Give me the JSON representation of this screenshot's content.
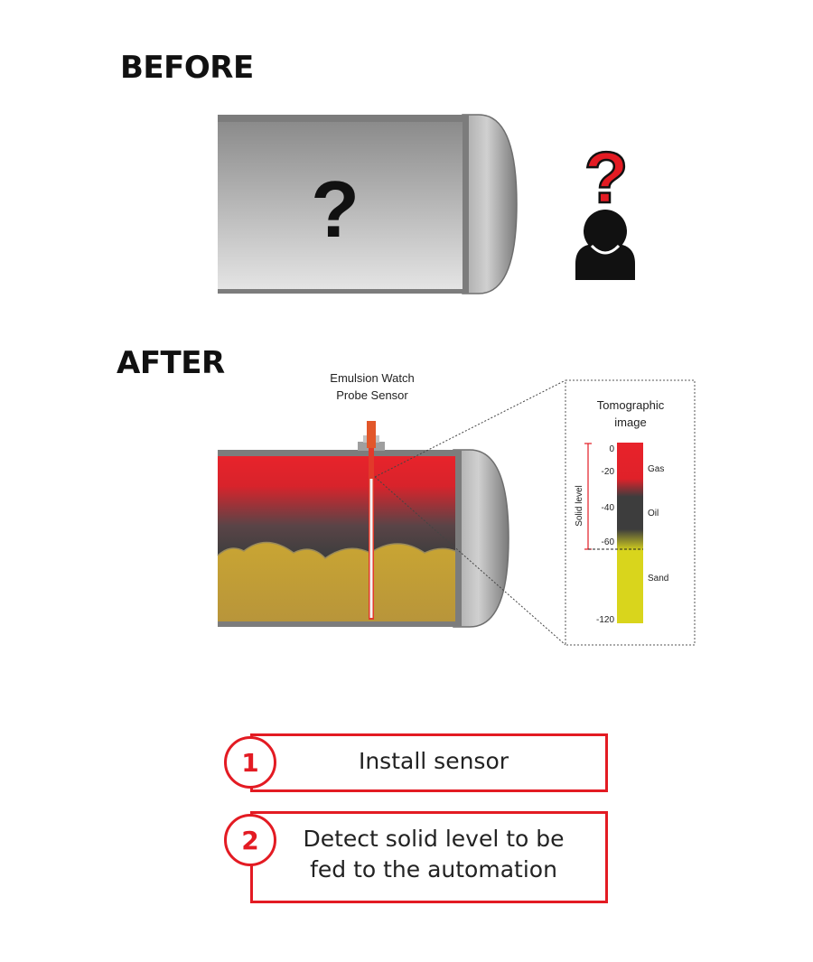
{
  "before": {
    "heading": "BEFORE",
    "tank_mark": "?",
    "person_mark": "?"
  },
  "after": {
    "heading": "AFTER",
    "sensor_label_line1": "Emulsion Watch",
    "sensor_label_line2": "Probe Sensor"
  },
  "tomographic": {
    "title_line1": "Tomographic",
    "title_line2": "image",
    "ticks": [
      "0",
      "-20",
      "-40",
      "-60",
      "-120"
    ],
    "layers": [
      "Gas",
      "Oil",
      "Sand"
    ],
    "level_label": "Solid level"
  },
  "steps": [
    {
      "number": "1",
      "text_line1": "Install sensor",
      "text_line2": ""
    },
    {
      "number": "2",
      "text_line1": "Detect solid level to be",
      "text_line2": "fed to the automation"
    }
  ],
  "colors": {
    "accent": "#e31b23",
    "gas": "#e8232b",
    "oil": "#3d3d3d",
    "sand": "#d9d51c",
    "tank_gray": "#9a9a9a"
  }
}
